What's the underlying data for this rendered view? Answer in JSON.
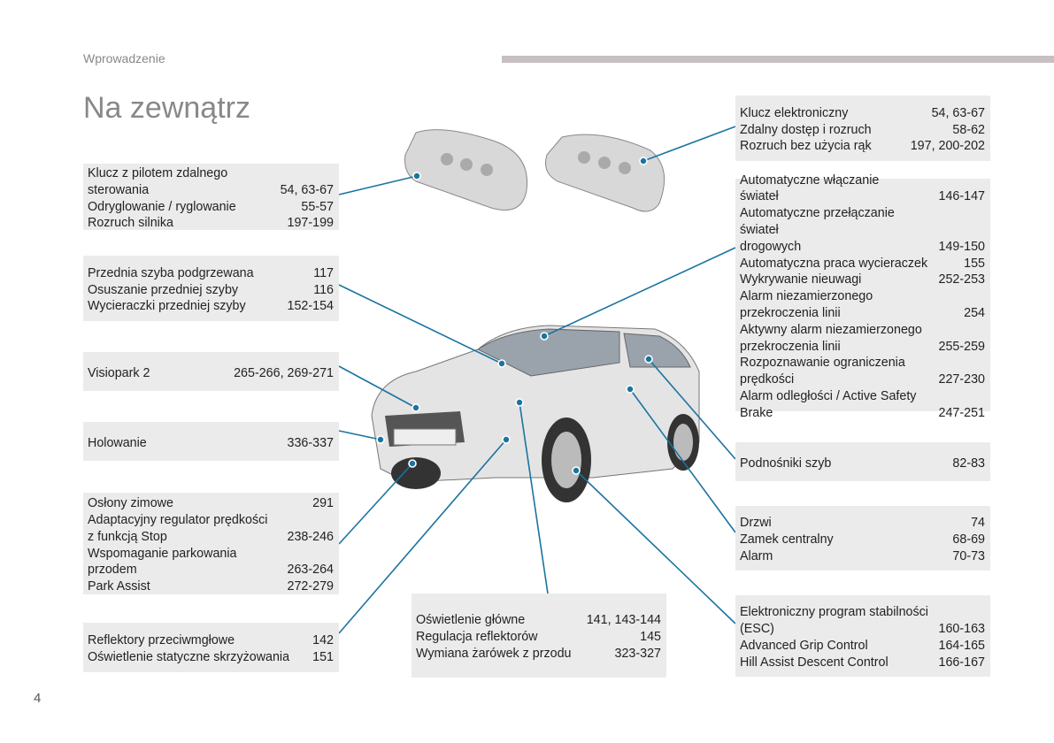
{
  "header": {
    "section": "Wprowadzenie",
    "title": "Na zewnątrz",
    "page_number": "4"
  },
  "accent": "#1a74a0",
  "boxes": [
    {
      "id": "key-remote",
      "items": [
        {
          "label": "Klucz z pilotem zdalnego\n  sterowania",
          "pages": "54, 63-67"
        },
        {
          "label": "Odryglowanie / ryglowanie",
          "pages": "55-57"
        },
        {
          "label": "Rozruch silnika",
          "pages": "197-199"
        }
      ]
    },
    {
      "id": "windscreen",
      "items": [
        {
          "label": "Przednia szyba podgrzewana",
          "pages": "117"
        },
        {
          "label": "Osuszanie przedniej szyby",
          "pages": "116"
        },
        {
          "label": "Wycieraczki przedniej szyby",
          "pages": "152-154"
        }
      ]
    },
    {
      "id": "visiopark",
      "items": [
        {
          "label": "Visiopark 2",
          "pages": "265-266, 269-271"
        }
      ]
    },
    {
      "id": "towing",
      "items": [
        {
          "label": "Holowanie",
          "pages": "336-337"
        }
      ]
    },
    {
      "id": "front-assist",
      "items": [
        {
          "label": "Osłony zimowe",
          "pages": "291"
        },
        {
          "label": "Adaptacyjny regulator prędkości\n  z funkcją Stop",
          "pages": "238-246"
        },
        {
          "label": "Wspomaganie parkowania\n  przodem",
          "pages": "263-264"
        },
        {
          "label": "Park Assist",
          "pages": "272-279"
        }
      ]
    },
    {
      "id": "fog-lights",
      "items": [
        {
          "label": "Reflektory przeciwmgłowe",
          "pages": "142"
        },
        {
          "label": "Oświetlenie statyczne skrzyżowania",
          "pages": "151"
        }
      ]
    },
    {
      "id": "headlights",
      "items": [
        {
          "label": "Oświetlenie główne",
          "pages": "141, 143-144"
        },
        {
          "label": "Regulacja reflektorów",
          "pages": "145"
        },
        {
          "label": "Wymiana żarówek z przodu",
          "pages": "323-327"
        }
      ]
    },
    {
      "id": "electronic-key",
      "items": [
        {
          "label": "Klucz elektroniczny",
          "pages": "54, 63-67"
        },
        {
          "label": "Zdalny dostęp i rozruch",
          "pages": "58-62"
        },
        {
          "label": "Rozruch bez użycia rąk",
          "pages": "197, 200-202"
        }
      ]
    },
    {
      "id": "driving-aids",
      "items": [
        {
          "label": "Automatyczne włączanie\n  świateł",
          "pages": "146-147"
        },
        {
          "label": "Automatyczne przełączanie świateł\n  drogowych",
          "pages": "149-150"
        },
        {
          "label": "Automatyczna praca wycieraczek",
          "pages": "155"
        },
        {
          "label": "Wykrywanie nieuwagi",
          "pages": "252-253"
        },
        {
          "label": "Alarm niezamierzonego\n  przekroczenia linii",
          "pages": "254"
        },
        {
          "label": "Aktywny alarm niezamierzonego\n  przekroczenia linii",
          "pages": "255-259"
        },
        {
          "label": "Rozpoznawanie ograniczenia\n  prędkości",
          "pages": "227-230"
        },
        {
          "label": "Alarm odległości / Active Safety\n  Brake",
          "pages": "247-251"
        }
      ]
    },
    {
      "id": "windows",
      "items": [
        {
          "label": "Podnośniki szyb",
          "pages": "82-83"
        }
      ]
    },
    {
      "id": "doors",
      "items": [
        {
          "label": "Drzwi",
          "pages": "74"
        },
        {
          "label": "Zamek centralny",
          "pages": "68-69"
        },
        {
          "label": "Alarm",
          "pages": "70-73"
        }
      ]
    },
    {
      "id": "stability",
      "items": [
        {
          "label": "Elektroniczny program stabilności\n  (ESC)",
          "pages": "160-163"
        },
        {
          "label": "Advanced Grip Control",
          "pages": "164-165"
        },
        {
          "label": "Hill Assist Descent Control",
          "pages": "166-167"
        }
      ]
    }
  ]
}
